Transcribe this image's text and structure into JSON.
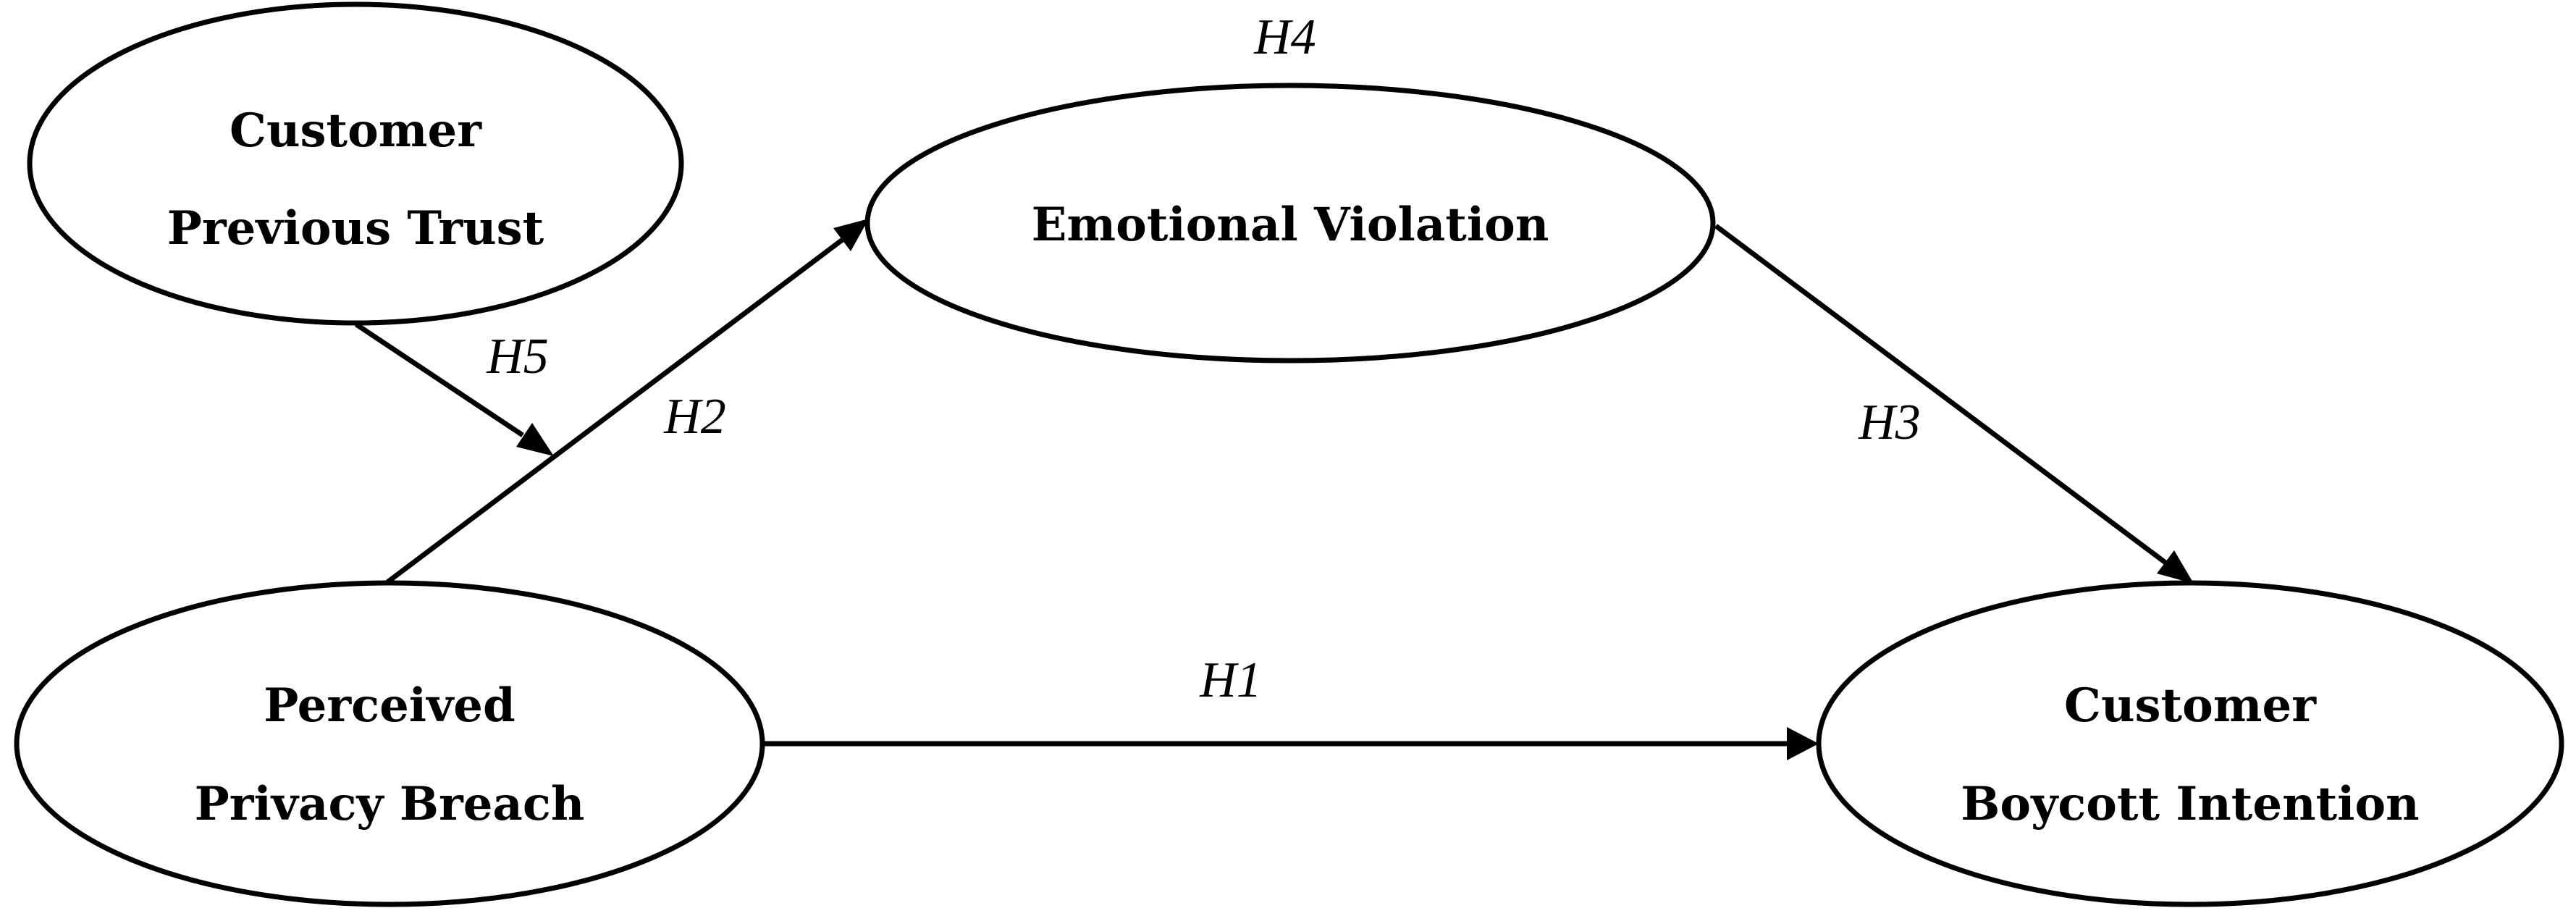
{
  "nodes": {
    "previous_trust": {
      "lines": [
        "Customer",
        "Previous Trust"
      ]
    },
    "emotional_violation": {
      "lines": [
        "Emotional Violation"
      ]
    },
    "privacy_breach": {
      "lines": [
        "Perceived",
        "Privacy Breach"
      ]
    },
    "boycott_intention": {
      "lines": [
        "Customer",
        "Boycott Intention"
      ]
    }
  },
  "edges": {
    "h1": {
      "label": "H1"
    },
    "h2": {
      "label": "H2"
    },
    "h3": {
      "label": "H3"
    },
    "h4": {
      "label": "H4"
    },
    "h5": {
      "label": "H5"
    }
  },
  "colors": {
    "stroke": "#000000",
    "background": "#ffffff"
  }
}
